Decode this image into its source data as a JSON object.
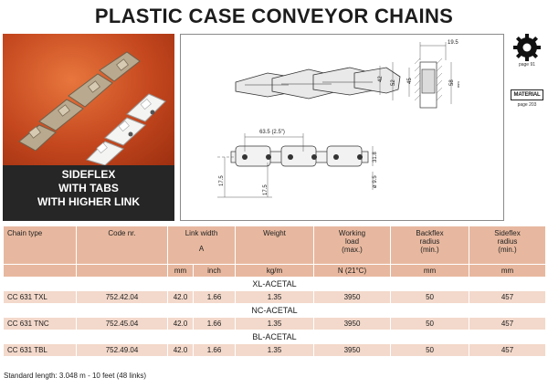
{
  "page": {
    "title": "PLASTIC CASE CONVEYOR CHAINS"
  },
  "photo": {
    "caption_lines": [
      "SIDEFLEX",
      "WITH TABS",
      "WITH HIGHER LINK"
    ]
  },
  "drawing": {
    "dims": {
      "d195": "19.5",
      "d42": "42",
      "d52": "52",
      "d45": "45",
      "d58": "58",
      "pitch": "63.5 (2.5\")",
      "d318": "31.8",
      "d175a": "17.5",
      "d175b": "17.5",
      "d95": "ø 9.5",
      "unit": "mm"
    }
  },
  "side_refs": {
    "sprocket_page": "page 91",
    "material_label": "MATERIAL",
    "material_page": "page 203"
  },
  "table": {
    "headers": {
      "chain_type": "Chain type",
      "code_nr": "Code nr.",
      "link_width": "Link width",
      "link_width_sym": "A",
      "weight": "Weight",
      "working_load": [
        "Working",
        "load",
        "(max.)"
      ],
      "backflex": [
        "Backflex",
        "radius",
        "(min.)"
      ],
      "sideflex": [
        "Sideflex",
        "radius",
        "(min.)"
      ]
    },
    "units": {
      "mm": "mm",
      "inch": "inch",
      "kgm": "kg/m",
      "load": "N (21°C)",
      "backflex": "mm",
      "sideflex": "mm"
    },
    "groups": [
      {
        "name": "XL-ACETAL",
        "row": {
          "type": "CC 631 TXL",
          "code": "752.42.04",
          "mm": "42.0",
          "inch": "1.66",
          "weight": "1.35",
          "load": "3950",
          "backflex": "50",
          "sideflex": "457"
        }
      },
      {
        "name": "NC-ACETAL",
        "row": {
          "type": "CC 631 TNC",
          "code": "752.45.04",
          "mm": "42.0",
          "inch": "1.66",
          "weight": "1.35",
          "load": "3950",
          "backflex": "50",
          "sideflex": "457"
        }
      },
      {
        "name": "BL-ACETAL",
        "row": {
          "type": "CC 631 TBL",
          "code": "752.49.04",
          "mm": "42.0",
          "inch": "1.66",
          "weight": "1.35",
          "load": "3950",
          "backflex": "50",
          "sideflex": "457"
        }
      }
    ]
  },
  "footer": {
    "note": "Standard length: 3.048 m - 10 feet (48 links)"
  }
}
